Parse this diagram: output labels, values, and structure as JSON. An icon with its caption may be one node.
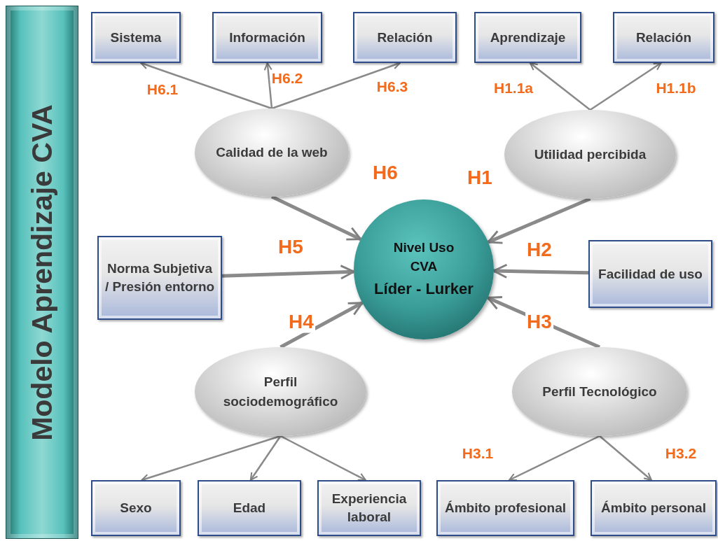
{
  "diagram": {
    "nodes": [
      {
        "text": [
          "Modelo Aprendizaje CVA"
        ]
      },
      {
        "text": [
          "Sistema"
        ]
      },
      {
        "text": [
          "Información"
        ]
      },
      {
        "text": [
          "Relación"
        ]
      },
      {
        "text": [
          "Aprendizaje"
        ]
      },
      {
        "text": [
          "Relación"
        ]
      },
      {
        "text": [
          "Calidad de la web"
        ]
      },
      {
        "text": [
          "Utilidad percibida"
        ]
      },
      {
        "text": [
          "Norma Subjetiva / Presión entorno"
        ]
      },
      {
        "text": [
          "Nivel Uso CVA",
          "Líder - Lurker"
        ]
      },
      {
        "text": [
          "Facilidad de uso"
        ]
      },
      {
        "text": [
          "Perfil sociodemográfico"
        ]
      },
      {
        "text": [
          "Perfil Tecnológico"
        ]
      },
      {
        "text": [
          "Sexo"
        ]
      },
      {
        "text": [
          "Edad"
        ]
      },
      {
        "text": [
          "Experiencia laboral"
        ]
      },
      {
        "text": [
          "Ámbito profesional"
        ]
      },
      {
        "text": [
          "Ámbito personal"
        ]
      }
    ],
    "edges": [
      {
        "from": 6,
        "to": 1,
        "arrow": "to",
        "label": "H6.1"
      },
      {
        "from": 6,
        "to": 2,
        "arrow": "to",
        "label": "H6.2"
      },
      {
        "from": 6,
        "to": 3,
        "arrow": "to",
        "label": "H6.3"
      },
      {
        "from": 7,
        "to": 4,
        "arrow": "to",
        "label": "H1.1a"
      },
      {
        "from": 7,
        "to": 5,
        "arrow": "to",
        "label": "H1.1b"
      },
      {
        "from": 6,
        "to": 9,
        "arrow": "to",
        "label": "H6",
        "style": "thick"
      },
      {
        "from": 7,
        "to": 9,
        "arrow": "to",
        "label": "H1",
        "style": "thick"
      },
      {
        "from": 8,
        "to": 9,
        "arrow": "to",
        "label": "H5",
        "style": "thick"
      },
      {
        "from": 10,
        "to": 9,
        "arrow": "to",
        "label": "H2",
        "style": "thick"
      },
      {
        "from": 11,
        "to": 9,
        "arrow": "to",
        "label": "H4",
        "style": "thick"
      },
      {
        "from": 12,
        "to": 9,
        "arrow": "to",
        "label": "H3",
        "style": "thick"
      },
      {
        "from": 11,
        "to": 13,
        "arrow": "to"
      },
      {
        "from": 11,
        "to": 14,
        "arrow": "to"
      },
      {
        "from": 11,
        "to": 15,
        "arrow": "to"
      },
      {
        "from": 12,
        "to": 16,
        "arrow": "to",
        "label": "H3.1"
      },
      {
        "from": 12,
        "to": 17,
        "arrow": "to",
        "label": "H3.2"
      }
    ]
  }
}
